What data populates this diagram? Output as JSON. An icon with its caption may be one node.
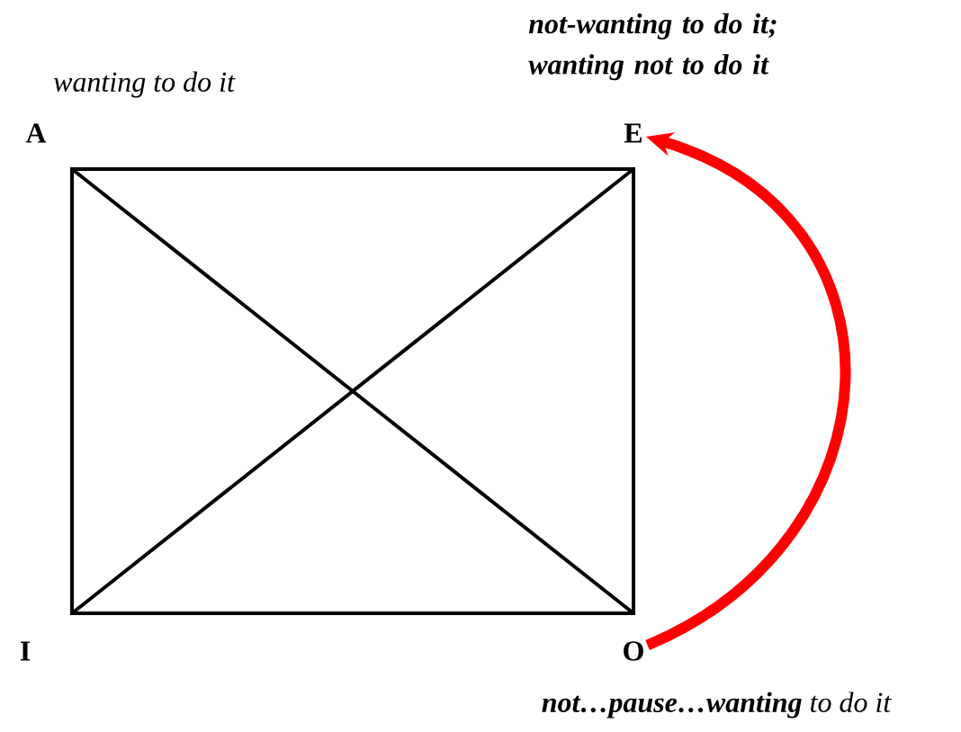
{
  "diagram": {
    "nodes": [
      {
        "text": [
          "A"
        ],
        "beside": [
          "wanting to do it"
        ]
      },
      {
        "text": [
          "E"
        ],
        "beside": [
          "not-wanting to do it; wanting not to do it"
        ]
      },
      {
        "text": [
          "I"
        ]
      },
      {
        "text": [
          "O"
        ],
        "beside": [
          "**not…pause…wanting** to do it"
        ]
      }
    ],
    "edges": [
      {
        "from": 3,
        "to": 1,
        "arrow": "to",
        "color": "#ff0000"
      }
    ]
  }
}
